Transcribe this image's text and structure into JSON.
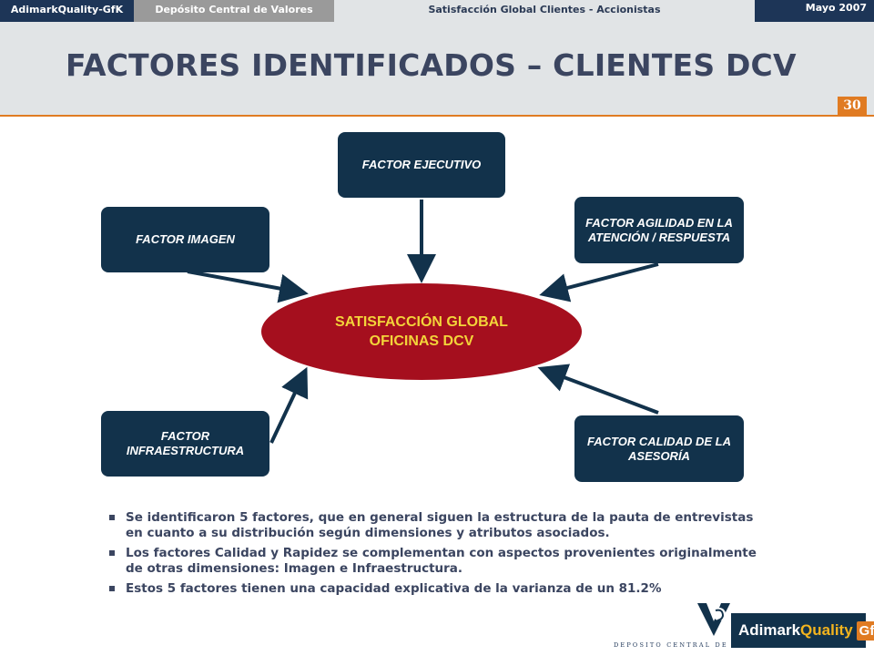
{
  "topbar": {
    "brand": "AdimarkQuality-GfK",
    "client": "Depósito Central de Valores",
    "study": "Satisfacción Global Clientes - Accionistas",
    "date": "Mayo 2007"
  },
  "header": {
    "title": "FACTORES IDENTIFICADOS – CLIENTES DCV",
    "page_number": "30"
  },
  "diagram": {
    "center": "SATISFACCIÓN GLOBAL OFICINAS DCV",
    "factors": {
      "ejecutivo": "FACTOR EJECUTIVO",
      "imagen": "FACTOR IMAGEN",
      "agilidad": "FACTOR AGILIDAD EN LA ATENCIÓN / RESPUESTA",
      "infraestructura": "FACTOR INFRAESTRUCTURA",
      "calidad": "FACTOR CALIDAD DE LA ASESORÍA"
    }
  },
  "bullets": [
    "Se identificaron 5 factores, que en general siguen la estructura de la pauta de entrevistas en cuanto a su distribución según dimensiones y atributos asociados.",
    "Los factores Calidad y Rapidez se complementan con aspectos provenientes originalmente de otras dimensiones: Imagen e Infraestructura.",
    "Estos 5 factores tienen una capacidad explicativa de la varianza de un 81.2%"
  ],
  "logos": {
    "dcv_text": "DEPOSITO CENTRAL DE VALORES",
    "adimark_a": "Adimark",
    "adimark_b": "Quality",
    "adimark_c": "GfK"
  },
  "colors": {
    "navy": "#12324b",
    "center_fill": "#a50f1e",
    "center_text": "#f3d43a",
    "accent": "#e07b22",
    "title": "#3b4560"
  }
}
